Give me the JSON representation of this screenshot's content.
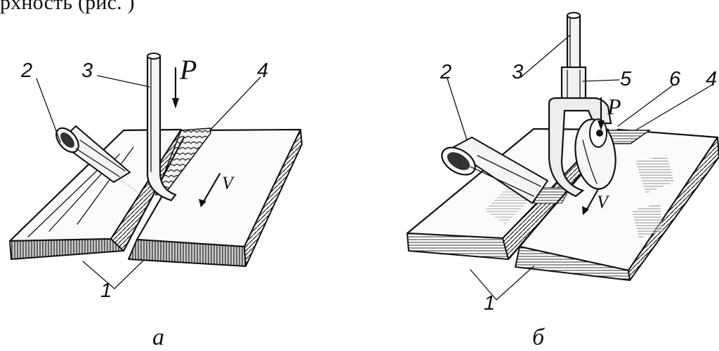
{
  "header": {
    "text": "рхность (рис. )"
  },
  "figure_a": {
    "labels": {
      "workpieces": "1",
      "gas_nozzle": "2",
      "rod_tool": "3",
      "weld_seam": "4",
      "force": "P",
      "velocity": "V"
    },
    "caption": "a"
  },
  "figure_b": {
    "labels": {
      "workpieces": "1",
      "gas_nozzle": "2",
      "rod_tool": "3",
      "weld_seam": "4",
      "bushing": "5",
      "roller": "6",
      "force": "P",
      "velocity": "V"
    },
    "caption": "б"
  },
  "colors": {
    "ink": "#111111",
    "paper": "#ffffff"
  }
}
